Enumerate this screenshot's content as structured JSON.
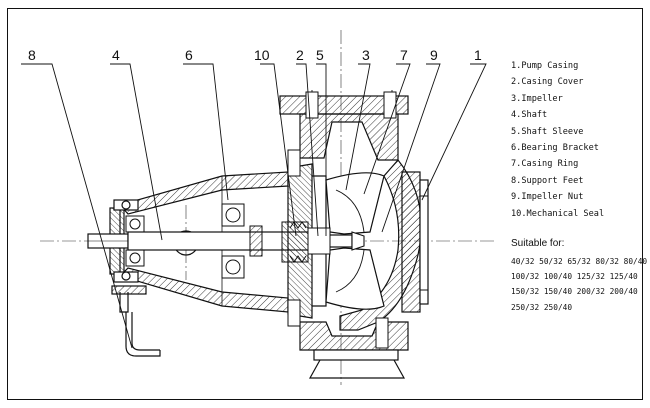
{
  "callouts": [
    "8",
    "4",
    "6",
    "10",
    "2",
    "5",
    "3",
    "7",
    "9",
    "1"
  ],
  "parts": [
    "1.Pump Casing",
    "2.Casing Cover",
    "3.Impeller",
    "4.Shaft",
    "5.Shaft Sleeve",
    "6.Bearing Bracket",
    "7.Casing Ring",
    "8.Support Feet",
    "9.Impeller Nut",
    "10.Mechanical Seal"
  ],
  "suitable_title": "Suitable for:",
  "sizes": [
    "40/32 50/32 65/32 80/32 80/40",
    "100/32 100/40 125/32 125/40",
    "150/32 150/40 200/32 200/40",
    "250/32 250/40"
  ]
}
